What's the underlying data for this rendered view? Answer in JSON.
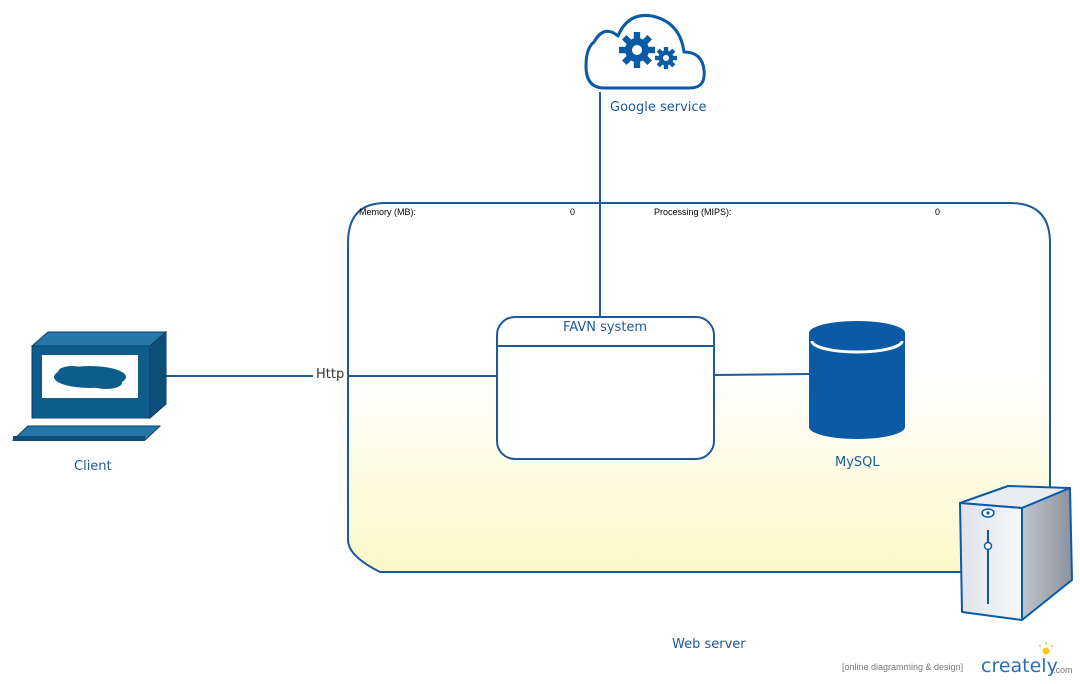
{
  "diagram": {
    "nodes": {
      "google_service": {
        "label": "Google service",
        "icon": "cloud-gears-icon"
      },
      "client": {
        "label": "Client",
        "icon": "computer-terminal-icon"
      },
      "favn_system": {
        "label": "FAVN system"
      },
      "mysql": {
        "label": "MySQL",
        "icon": "database-cylinder-icon"
      },
      "web_server": {
        "label": "Web server",
        "icon": "server-tower-icon",
        "memory_label": "Memory (MB):",
        "memory_value": "0",
        "processing_label": "Processing (MIPS):",
        "processing_value": "0"
      }
    },
    "edges": [
      {
        "from": "client",
        "to": "favn_system",
        "label": "Http"
      },
      {
        "from": "google_service",
        "to": "favn_system",
        "label": ""
      },
      {
        "from": "favn_system",
        "to": "mysql",
        "label": ""
      }
    ]
  },
  "watermark": {
    "tagline": "[online diagramming & design]",
    "brand": "creately",
    "brand_suffix": ".com"
  },
  "colors": {
    "primary_blue": "#1d5a9c",
    "icon_blue": "#0a5aa6",
    "terminal_teal": "#0d5d8c",
    "container_fill_bottom": "#fdfbd2",
    "favn_stroke": "#1d5a9c"
  }
}
